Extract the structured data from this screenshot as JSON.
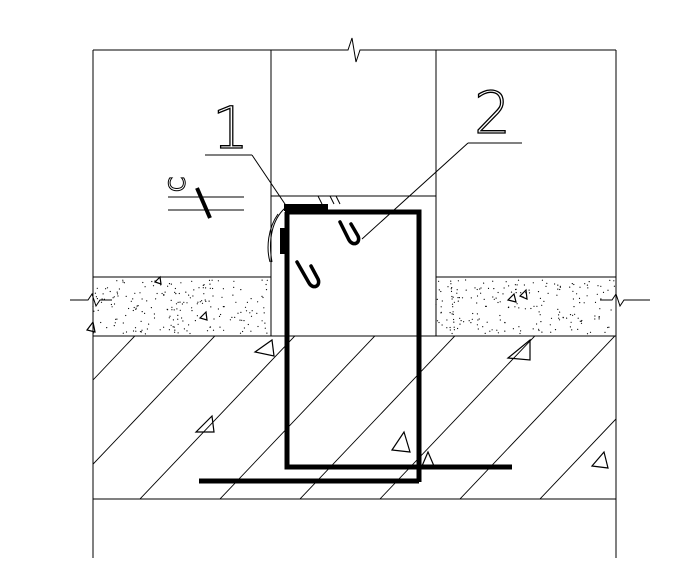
{
  "labels": {
    "callout_1": "1",
    "callout_2": "2",
    "dimension_c": "C"
  },
  "colors": {
    "line": "#000000",
    "background": "#ffffff"
  }
}
